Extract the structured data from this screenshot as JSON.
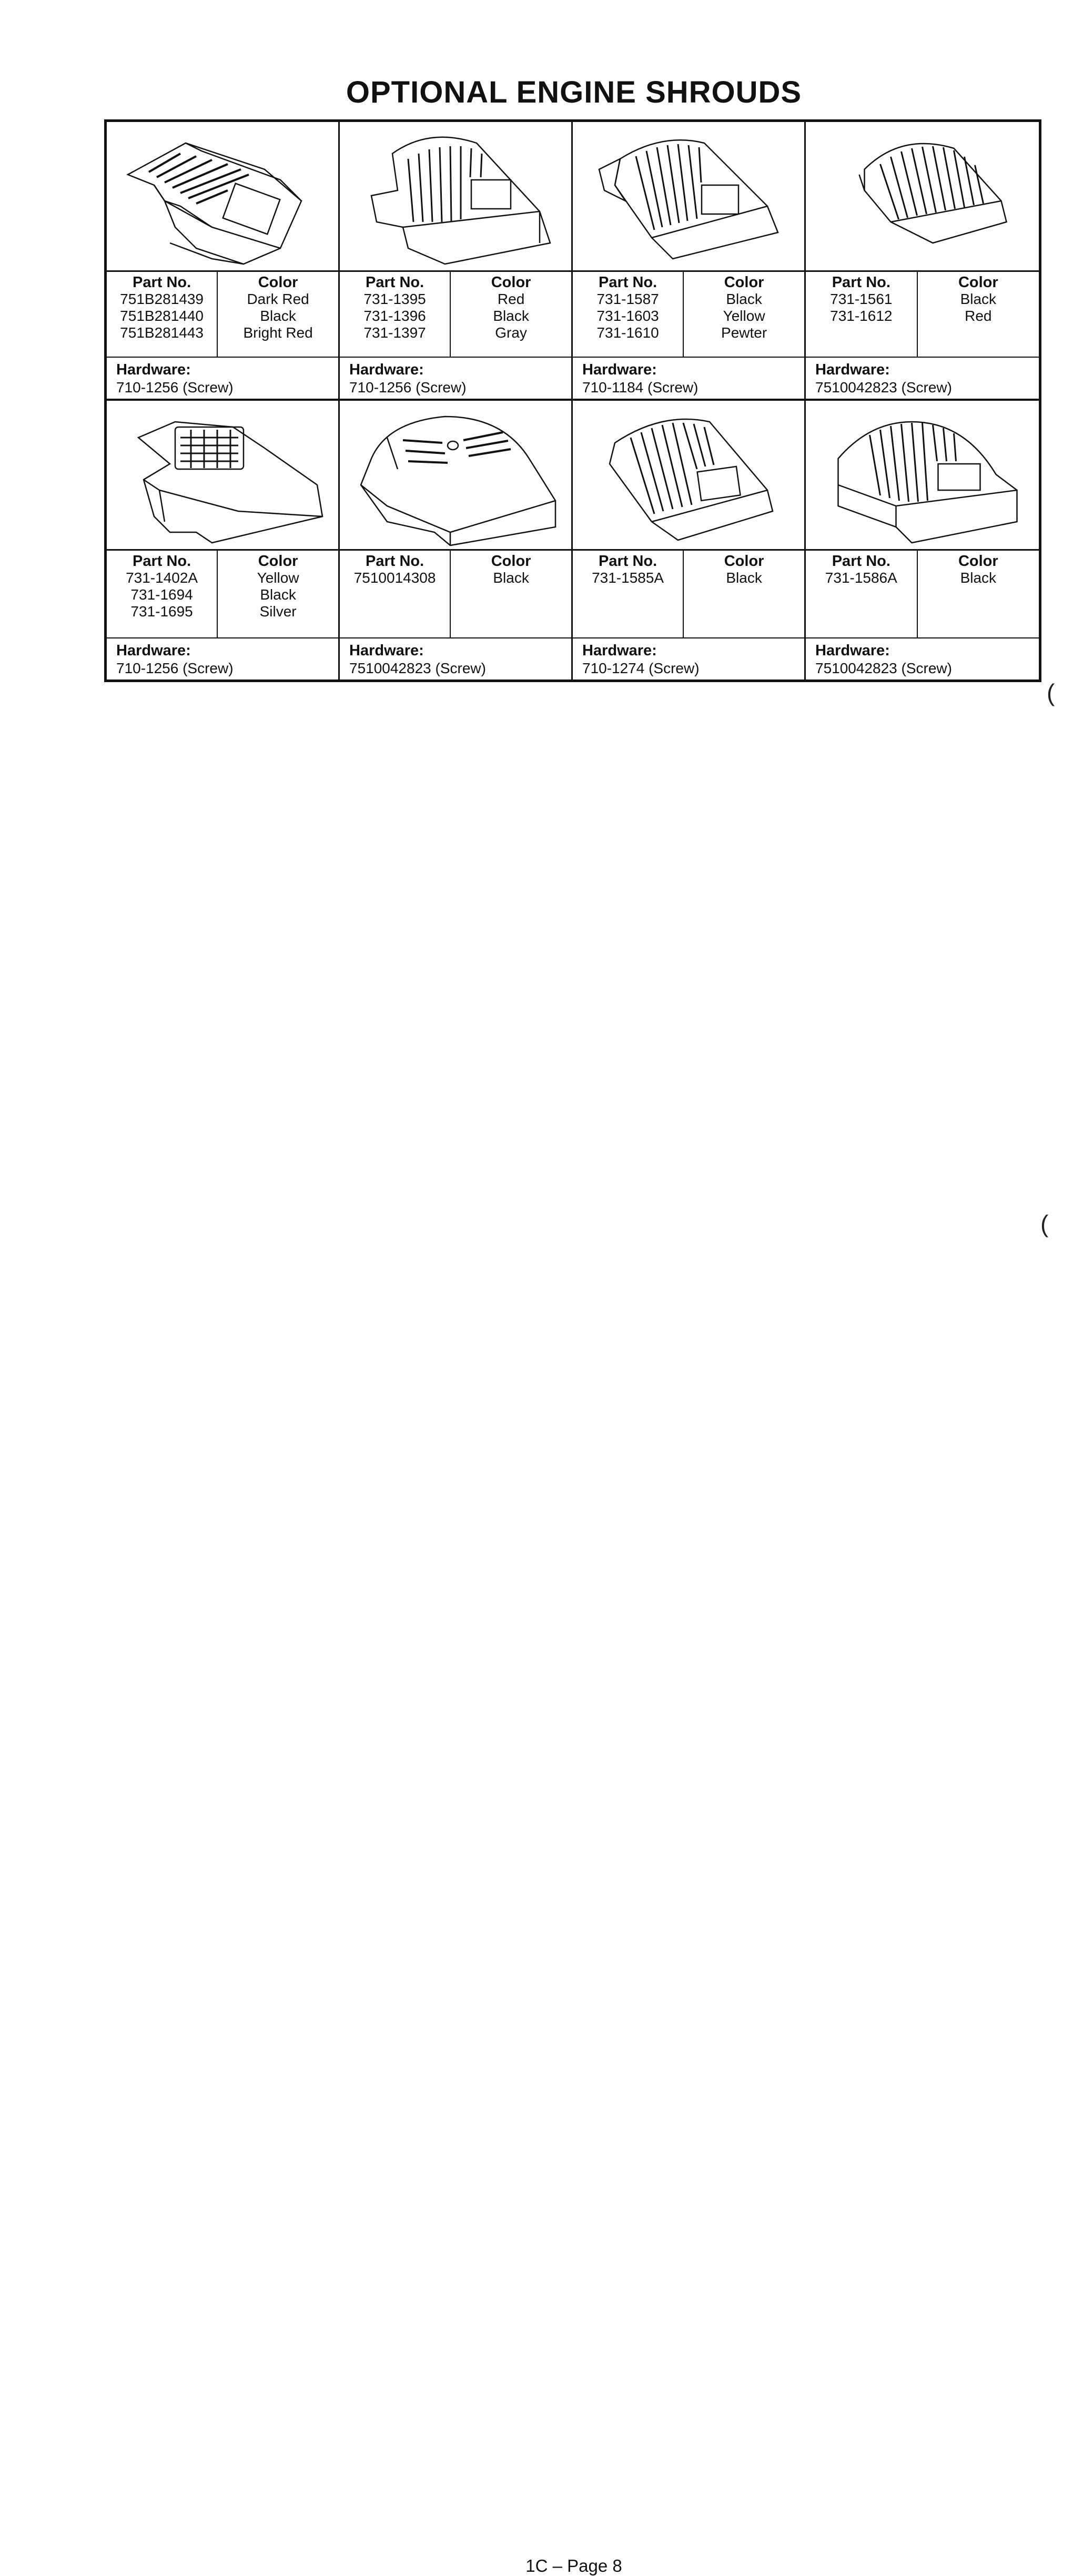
{
  "page": {
    "title": "OPTIONAL ENGINE SHROUDS",
    "footer": "1C – Page 8"
  },
  "table_headers": {
    "part_no": "Part No.",
    "color": "Color",
    "hardware": "Hardware:"
  },
  "shrouds": [
    {
      "icon": "engine-shroud-drawing",
      "rows": [
        {
          "part": "751B281439",
          "color": "Dark Red"
        },
        {
          "part": "751B281440",
          "color": "Black"
        },
        {
          "part": "751B281443",
          "color": "Bright Red"
        }
      ],
      "hardware": "710-1256 (Screw)"
    },
    {
      "icon": "engine-shroud-drawing",
      "rows": [
        {
          "part": "731-1395",
          "color": "Red"
        },
        {
          "part": "731-1396",
          "color": "Black"
        },
        {
          "part": "731-1397",
          "color": "Gray"
        }
      ],
      "hardware": "710-1256 (Screw)"
    },
    {
      "icon": "engine-shroud-drawing",
      "rows": [
        {
          "part": "731-1587",
          "color": "Black"
        },
        {
          "part": "731-1603",
          "color": "Yellow"
        },
        {
          "part": "731-1610",
          "color": "Pewter"
        }
      ],
      "hardware": "710-1184 (Screw)"
    },
    {
      "icon": "engine-shroud-drawing",
      "rows": [
        {
          "part": "731-1561",
          "color": "Black"
        },
        {
          "part": "731-1612",
          "color": "Red"
        },
        {
          "part": "",
          "color": ""
        }
      ],
      "hardware": "7510042823 (Screw)"
    },
    {
      "icon": "engine-shroud-drawing",
      "rows": [
        {
          "part": "731-1402A",
          "color": "Yellow"
        },
        {
          "part": "731-1694",
          "color": "Black"
        },
        {
          "part": "731-1695",
          "color": "Silver"
        }
      ],
      "hardware": "710-1256 (Screw)"
    },
    {
      "icon": "engine-shroud-drawing",
      "rows": [
        {
          "part": "7510014308",
          "color": "Black"
        },
        {
          "part": "",
          "color": ""
        },
        {
          "part": "",
          "color": ""
        }
      ],
      "hardware": "7510042823 (Screw)"
    },
    {
      "icon": "engine-shroud-drawing",
      "rows": [
        {
          "part": "731-1585A",
          "color": "Black"
        },
        {
          "part": "",
          "color": ""
        },
        {
          "part": "",
          "color": ""
        }
      ],
      "hardware": "710-1274 (Screw)"
    },
    {
      "icon": "engine-shroud-drawing",
      "rows": [
        {
          "part": "731-1586A",
          "color": "Black"
        },
        {
          "part": "",
          "color": ""
        },
        {
          "part": "",
          "color": ""
        }
      ],
      "hardware": "7510042823 (Screw)"
    }
  ]
}
